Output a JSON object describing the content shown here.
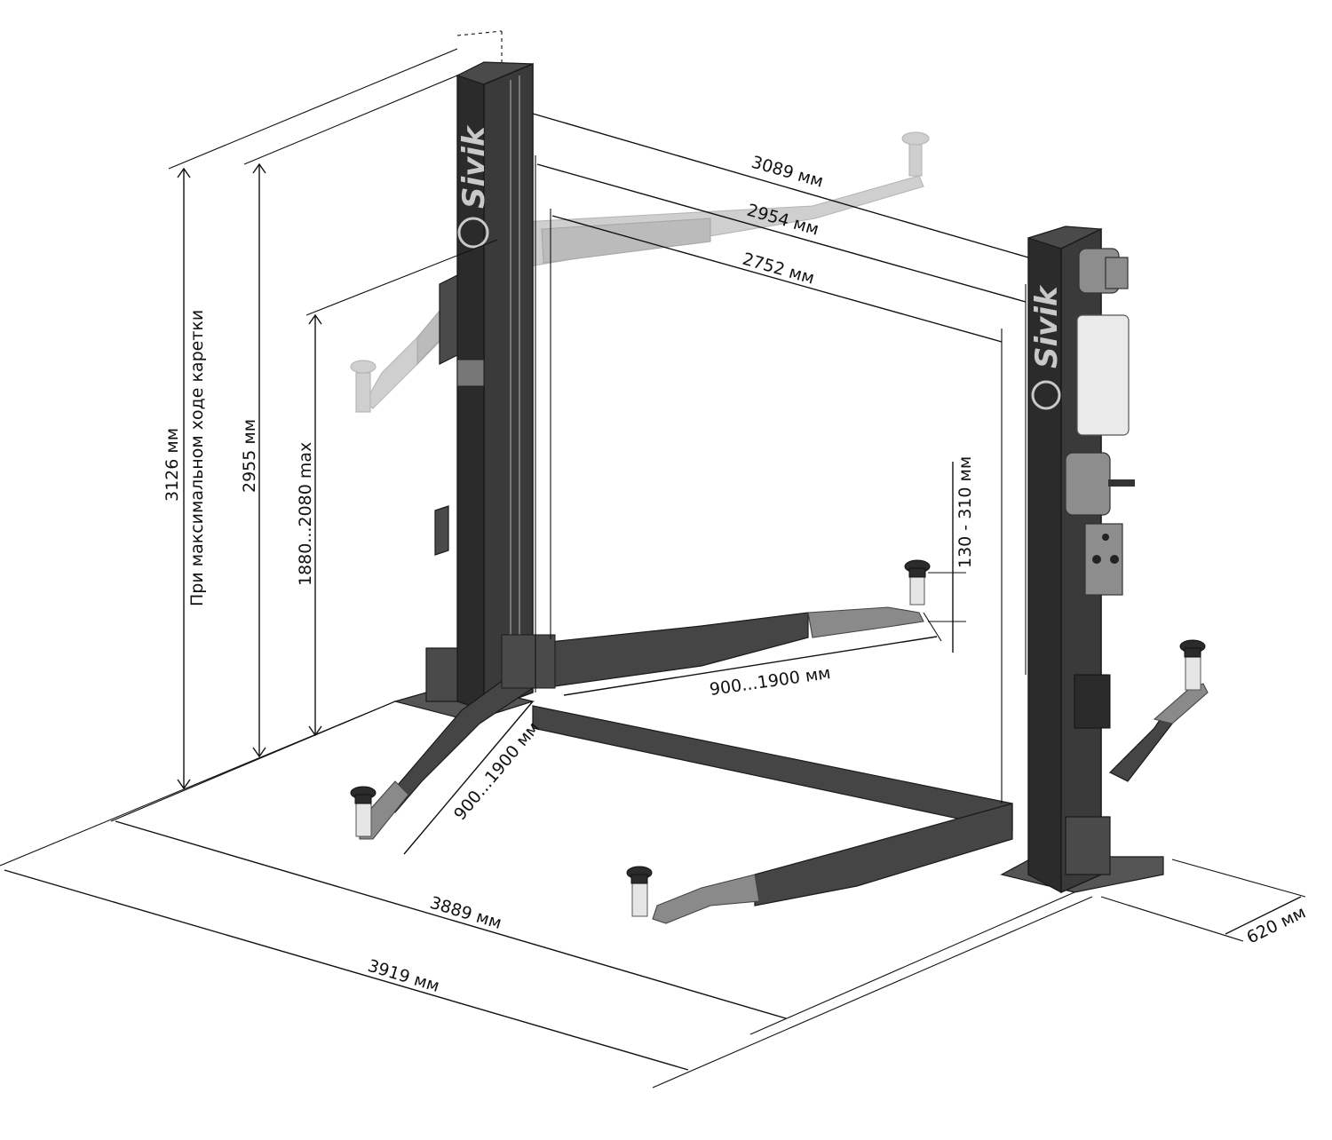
{
  "brand": "Sivik",
  "dimensions": {
    "height_max": "3126 мм",
    "height_max_note": "При максимальном ходе каретки",
    "height_post": "2955 мм",
    "lift_height": "1880...2080 max",
    "width_outer": "3089 мм",
    "width_posts": "2954 мм",
    "width_inner": "2752 мм",
    "pad_height": "130 - 310 мм",
    "arm_long": "900...1900 мм",
    "arm_short": "900...1900 мм",
    "base_depth": "3889 мм",
    "total_depth": "3919 мм",
    "post_width": "620 мм"
  },
  "colors": {
    "post": "#3a3a3a",
    "ghost": "#cfcfcf",
    "lines": "#111111"
  }
}
